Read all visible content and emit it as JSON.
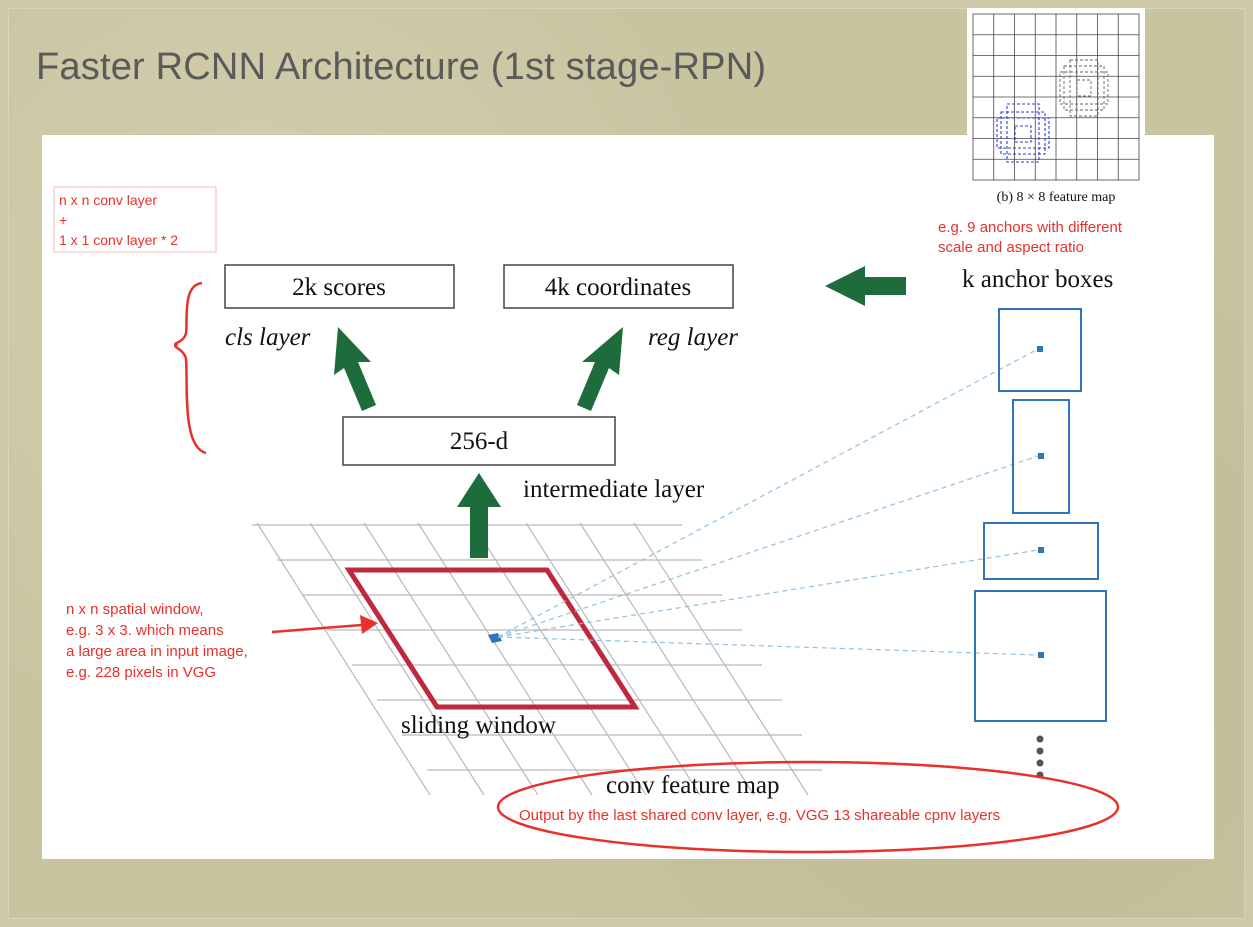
{
  "slide": {
    "title": "Faster RCNN Architecture (1st stage-RPN)"
  },
  "inset": {
    "caption": "(b) 8 × 8 feature map"
  },
  "diagram": {
    "scores_box": "2k scores",
    "coords_box": "4k coordinates",
    "cls_label": "cls layer",
    "reg_label": "reg layer",
    "intermediate_box": "256-d",
    "intermediate_label": "intermediate layer",
    "anchor_label": "k anchor boxes",
    "sliding_label": "sliding window",
    "feature_map_label": "conv feature map"
  },
  "annotations": {
    "conv_layers": [
      "n x n conv layer",
      "+",
      "1 x 1 conv layer * 2"
    ],
    "anchors": [
      "e.g. 9 anchors with different",
      "scale and aspect ratio"
    ],
    "spatial_window": [
      "n x n spatial window,",
      "e.g. 3 x 3. which means",
      "a large area in input image,",
      "e.g. 228 pixels in VGG"
    ],
    "shared_conv": "Output by the last shared conv layer, e.g. VGG 13 shareable cpnv layers"
  },
  "colors": {
    "annotation": "#e8312a",
    "arrow": "#1e6b3c",
    "window": "#c0283e",
    "anchor": "#2f74b5"
  }
}
